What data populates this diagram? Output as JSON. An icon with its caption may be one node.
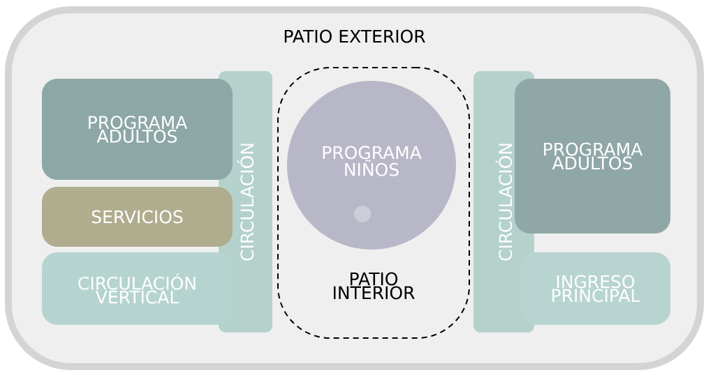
{
  "diagram": {
    "nodes": [
      {
        "text": [
          "PATIO EXTERIOR"
        ]
      },
      {
        "text": [
          "PROGRAMA ADULTOS"
        ],
        "in": 0
      },
      {
        "text": [
          "CIRCULACIÓN"
        ],
        "in": 0
      },
      {
        "text": [
          "SERVICIOS"
        ],
        "in": 0
      },
      {
        "text": [
          "CIRCULACIÓN VERTICAL"
        ],
        "in": 0
      },
      {
        "text": [
          "PATIO INTERIOR"
        ],
        "in": 0
      },
      {
        "text": [
          "PROGRAMA NIÑOS"
        ],
        "in": 5
      },
      {
        "text": [
          "CIRCULACIÓN"
        ],
        "in": 0
      },
      {
        "text": [
          "PROGRAMA ADULTOS"
        ],
        "in": 0
      },
      {
        "text": [
          "INGRESO PRINCIPAL"
        ],
        "in": 0
      }
    ]
  }
}
